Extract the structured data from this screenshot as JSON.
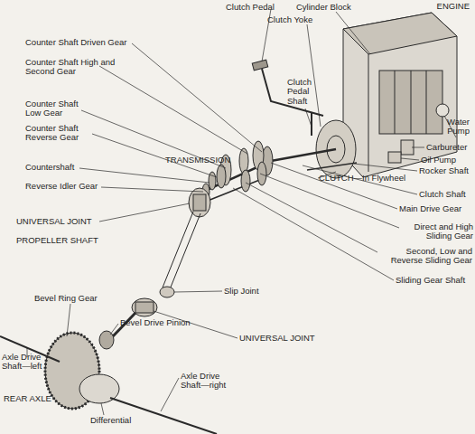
{
  "diagram": {
    "labels": [
      "ENGINE",
      "Clutch Pedal",
      "Cylinder Block",
      "Clutch Yoke",
      "Counter Shaft Driven Gear",
      "Counter Shaft High and Second Gear",
      "Clutch Pedal Shaft",
      "Counter Shaft Low Gear",
      "Water Pump",
      "Counter Shaft Reverse Gear",
      "Carbureter",
      "TRANSMISSION",
      "Oil Pump",
      "Countershaft",
      "Rocker Shaft",
      "CLUTCH—In Flywheel",
      "Reverse Idler Gear",
      "Clutch Shaft",
      "Main Drive Gear",
      "UNIVERSAL JOINT",
      "Direct and High Sliding Gear",
      "PROPELLER SHAFT",
      "Second, Low and Reverse Sliding Gear",
      "Sliding Gear Shaft",
      "Slip Joint",
      "Bevel Ring Gear",
      "Bevel Drive Pinion",
      "UNIVERSAL JOINT",
      "Axle Drive Shaft—left",
      "REAR AXLE",
      "Axle Drive Shaft—right",
      "Differential"
    ]
  }
}
